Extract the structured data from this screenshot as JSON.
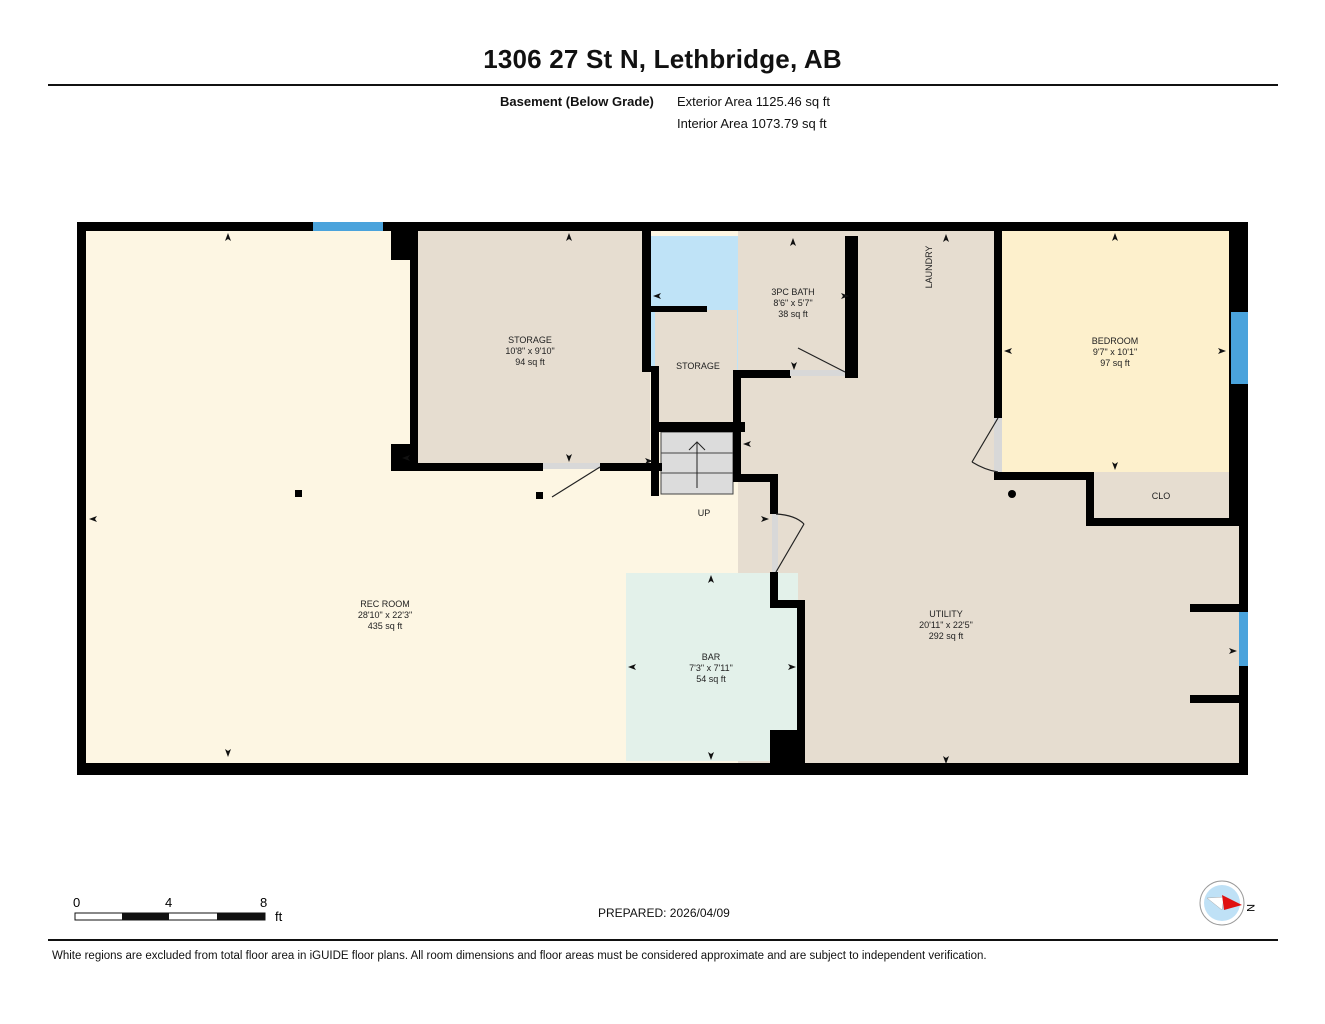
{
  "header": {
    "title": "1306 27 St N, Lethbridge, AB",
    "floor_label": "Basement (Below Grade)",
    "exterior_area": "Exterior Area 1125.46 sq ft",
    "interior_area": "Interior Area 1073.79 sq ft"
  },
  "rooms": [
    {
      "id": "rec-room",
      "name": "REC ROOM",
      "dims": "28'10\" x 22'3\"",
      "area": "435 sq ft",
      "fill": "#fdf6e3"
    },
    {
      "id": "storage-main",
      "name": "STORAGE",
      "dims": "10'8\" x 9'10\"",
      "area": "94 sq ft",
      "fill": "#e6ddd0"
    },
    {
      "id": "bath",
      "name": "3PC BATH",
      "dims": "8'6\" x 5'7\"",
      "area": "38 sq ft",
      "fill": "#bfe3f7"
    },
    {
      "id": "storage-small",
      "name": "STORAGE",
      "dims": "",
      "area": "",
      "fill": "#e6ddd0"
    },
    {
      "id": "bedroom",
      "name": "BEDROOM",
      "dims": "9'7\" x 10'1\"",
      "area": "97 sq ft",
      "fill": "#fdf0cc"
    },
    {
      "id": "closet",
      "name": "CLO",
      "dims": "",
      "area": "",
      "fill": "#e6ddd0"
    },
    {
      "id": "utility",
      "name": "UTILITY",
      "dims": "20'11\" x 22'5\"",
      "area": "292 sq ft",
      "fill": "#e6ddd0"
    },
    {
      "id": "bar",
      "name": "BAR",
      "dims": "7'3\" x 7'11\"",
      "area": "54 sq ft",
      "fill": "#e3f1ea"
    }
  ],
  "labels": {
    "laundry": "LAUNDRY",
    "stairs": "UP"
  },
  "colors": {
    "wall": "#000000",
    "window": "#4aa3dc",
    "stairs": "#dcdcdc",
    "door_gap": "#d8d8d8"
  },
  "scale": {
    "ticks": [
      "0",
      "4",
      "8"
    ],
    "unit": "ft"
  },
  "compass": {
    "direction_label": "N"
  },
  "footer": {
    "prepared": "PREPARED: 2026/04/09",
    "disclaimer": "White regions are excluded from total floor area in iGUIDE floor plans. All room dimensions and floor areas must be considered approximate and are subject to independent verification."
  }
}
